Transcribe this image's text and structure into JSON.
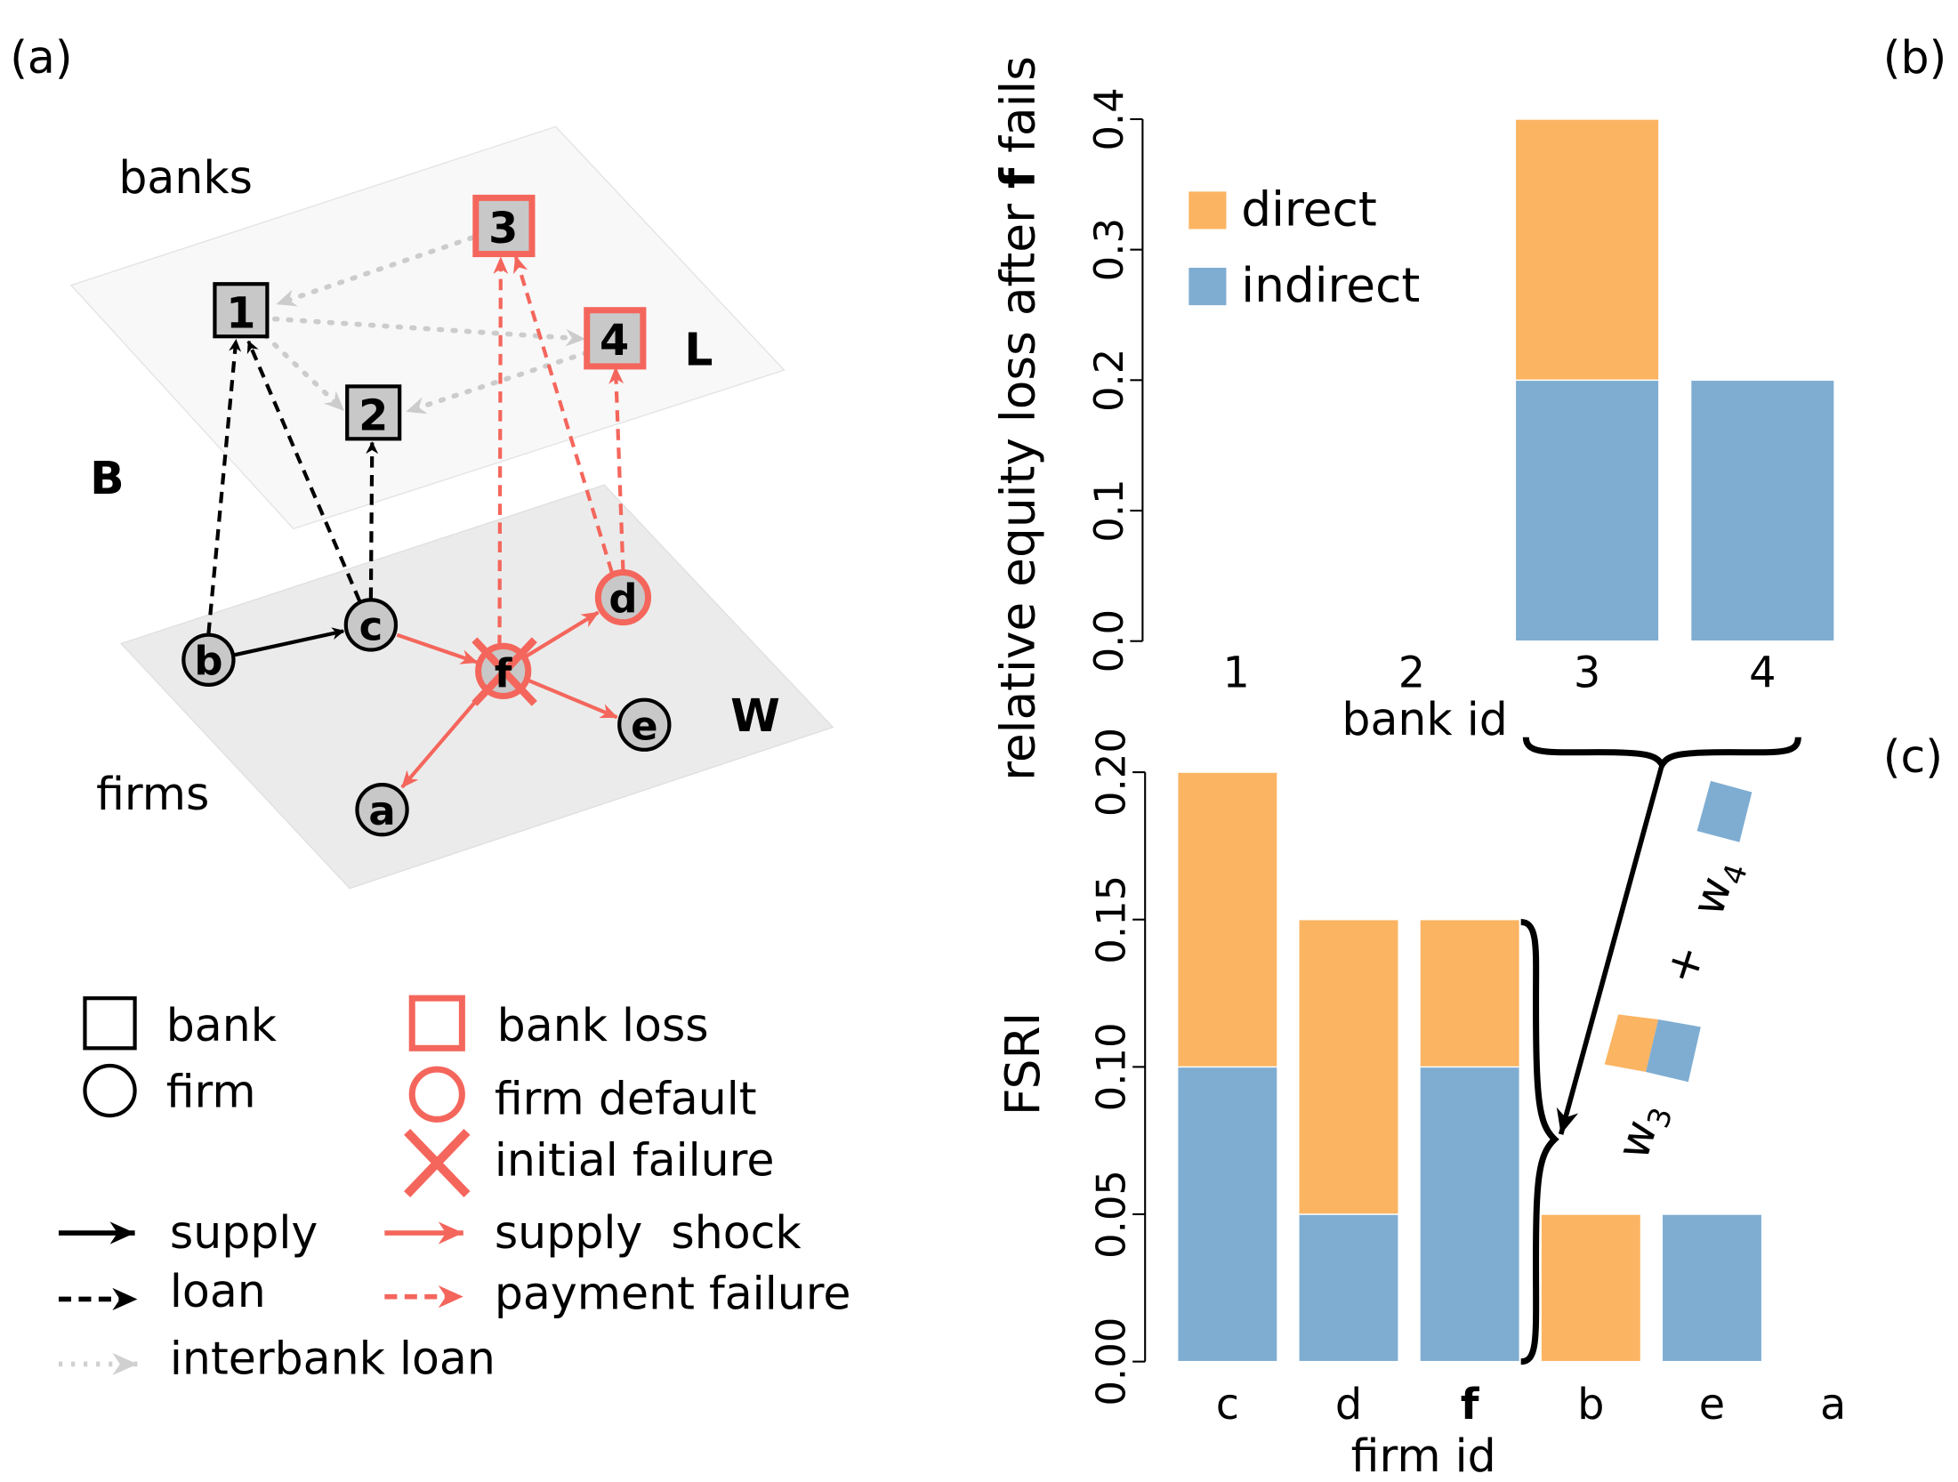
{
  "panel_labels": {
    "a": "(a)",
    "b": "(b)",
    "c": "(c)"
  },
  "network": {
    "layer_banks": "banks",
    "layer_firms": "firms",
    "label_B": "B",
    "label_L": "L",
    "label_W": "W",
    "banks": [
      "1",
      "2",
      "3",
      "4"
    ],
    "firms": [
      "a",
      "b",
      "c",
      "d",
      "e",
      "f"
    ],
    "colors": {
      "shock": "#f4665c",
      "interbank": "#cccccc",
      "node_fill": "#c8c8c8"
    }
  },
  "legend": {
    "bank": "bank",
    "firm": "firm",
    "bank_loss": "bank loss",
    "firm_default": "firm default",
    "initial_failure": "initial failure",
    "supply": "supply",
    "loan": "loan",
    "interbank_loan": "interbank loan",
    "supply_shock": "supply  shock",
    "payment_failure": "payment failure"
  },
  "annotations": {
    "w4": "w",
    "w4_sub": "4",
    "plus": "+",
    "w3": "w",
    "w3_sub": "3"
  },
  "chart_data": [
    {
      "id": "b",
      "type": "bar",
      "stacked": true,
      "ylabel_pre": "relative equity loss after ",
      "ylabel_bold": "f",
      "ylabel_post": " fails",
      "xlabel": "bank id",
      "categories": [
        "1",
        "2",
        "3",
        "4"
      ],
      "ylim": [
        0,
        0.4
      ],
      "yticks": [
        "0.0",
        "0.1",
        "0.2",
        "0.3",
        "0.4"
      ],
      "series": [
        {
          "name": "indirect",
          "color": "#7fadd2",
          "values": [
            0,
            0,
            0.2,
            0.2
          ]
        },
        {
          "name": "direct",
          "color": "#fbb462",
          "values": [
            0,
            0,
            0.2,
            0
          ]
        }
      ],
      "legend": {
        "placement": "top-left",
        "entries": [
          "direct",
          "indirect"
        ]
      }
    },
    {
      "id": "c",
      "type": "bar",
      "stacked": true,
      "ylabel": "FSRI",
      "xlabel": "firm id",
      "categories": [
        "c",
        "d",
        "f",
        "b",
        "e",
        "a"
      ],
      "bold_category": "f",
      "ylim": [
        0,
        0.2
      ],
      "yticks": [
        "0.00",
        "0.05",
        "0.10",
        "0.15",
        "0.20"
      ],
      "series": [
        {
          "name": "indirect",
          "color": "#7fadd2",
          "values": [
            0.1,
            0.05,
            0.1,
            0,
            0.05,
            0
          ]
        },
        {
          "name": "direct",
          "color": "#fbb462",
          "values": [
            0.1,
            0.1,
            0.05,
            0.05,
            0,
            0
          ]
        }
      ]
    }
  ]
}
